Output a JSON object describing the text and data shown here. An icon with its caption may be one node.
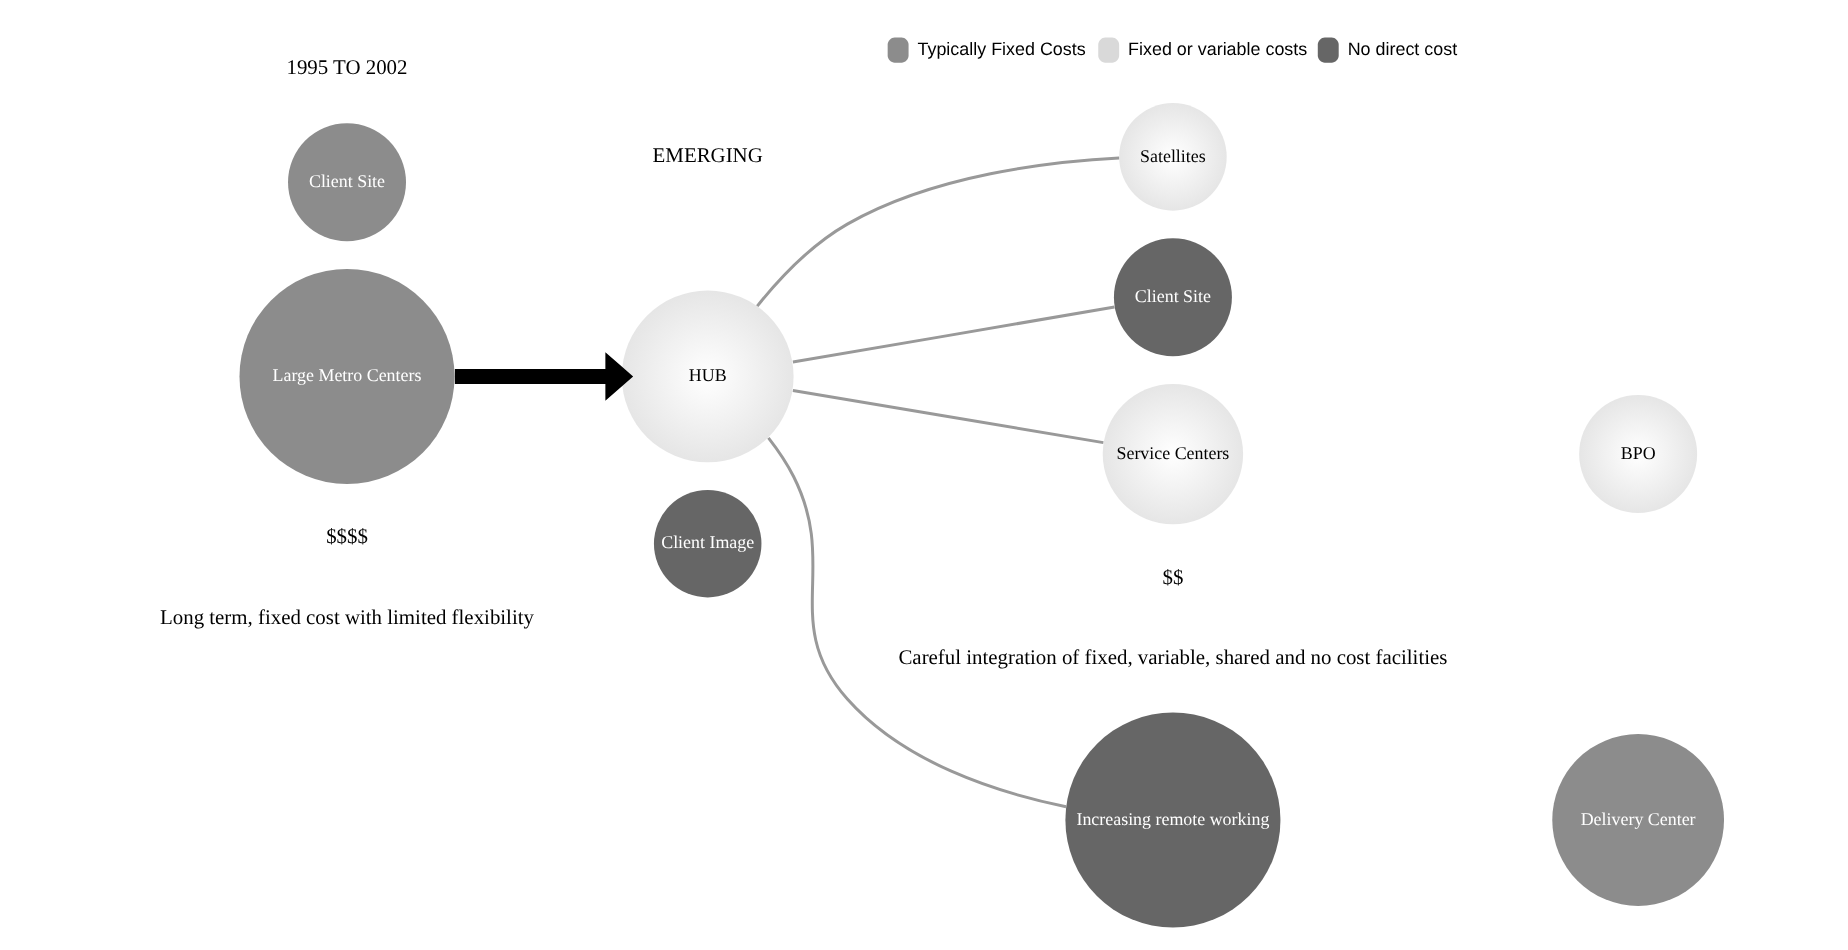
{
  "diagram": {
    "nodes": [
      {
        "text": [
          "Client Site"
        ]
      },
      {
        "text": [
          "Large Metro Centers"
        ]
      },
      {
        "text": [
          "Satellites"
        ]
      },
      {
        "text": [
          "Client Site"
        ]
      },
      {
        "text": [
          "Increasing remote working"
        ]
      },
      {
        "text": [
          "HUB"
        ]
      },
      {
        "text": [
          "Delivery Center"
        ]
      },
      {
        "text": [
          "Client Image"
        ]
      },
      {
        "text": [
          "Service Centers"
        ]
      },
      {
        "text": [
          "BPO"
        ]
      }
    ],
    "edges": [
      {
        "from": 1,
        "to": 5,
        "arrow": "to",
        "style": "thick",
        "color": "#000000"
      },
      {
        "from": 5,
        "to": 2,
        "arrow": "none"
      },
      {
        "from": 5,
        "to": 3,
        "arrow": "none"
      },
      {
        "from": 5,
        "to": 4,
        "arrow": "none"
      },
      {
        "from": 5,
        "to": 8,
        "arrow": "none"
      }
    ],
    "labels": [
      "1995 TO 2002",
      "EMERGING",
      "$$$$",
      "Long term, fixed cost with limited flexibility",
      "$$",
      "Careful integration of fixed, variable, shared and no cost facilities"
    ],
    "legend": [
      {
        "text": "Typically Fixed Costs",
        "color": "#8c8c8c"
      },
      {
        "text": "Fixed or variable costs",
        "color": "#d9d9d9"
      },
      {
        "text": "No direct cost",
        "color": "#666666"
      }
    ]
  }
}
